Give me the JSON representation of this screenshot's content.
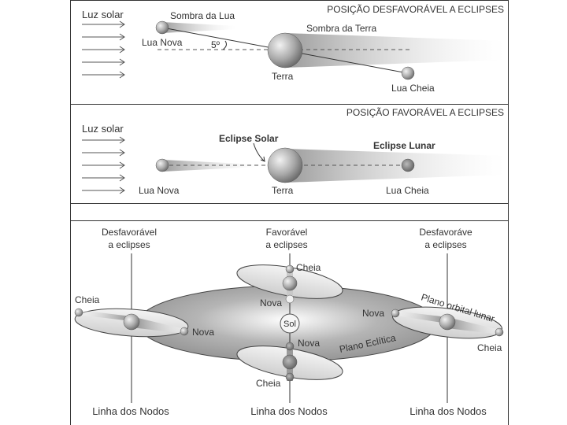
{
  "panel1": {
    "title": "POSIÇÃO DESFAVORÁVEL A ECLIPSES",
    "sunlight": "Luz solar",
    "moon_shadow": "Sombra da Lua",
    "earth_shadow": "Sombra da Terra",
    "new_moon": "Lua Nova",
    "angle": "5º",
    "earth": "Terra",
    "full_moon": "Lua Cheia"
  },
  "panel2": {
    "title": "POSIÇÃO FAVORÁVEL A ECLIPSES",
    "sunlight": "Luz solar",
    "solar_eclipse": "Eclipse Solar",
    "lunar_eclipse": "Eclipse Lunar",
    "new_moon": "Lua Nova",
    "earth": "Terra",
    "full_moon": "Lua Cheia"
  },
  "panel3": {
    "left_title_1": "Desfavorável",
    "left_title_2": "a eclipses",
    "center_title_1": "Favorável",
    "center_title_2": "a eclipses",
    "right_title_1": "Desfavoráve",
    "right_title_2": "a eclipses",
    "full_left": "Cheia",
    "new_left": "Nova",
    "full_top": "Cheia",
    "new_top": "Nova",
    "sun": "Sol",
    "new_bottom": "Nova",
    "full_bottom": "Cheia",
    "new_right": "Nova",
    "full_right": "Cheia",
    "lunar_plane": "Plano orbital lunar",
    "ecliptic_plane": "Plano Eclítica",
    "nodes_left": "Linha dos Nodos",
    "nodes_center": "Linha dos Nodos",
    "nodes_right": "Linha dos Nodos"
  }
}
